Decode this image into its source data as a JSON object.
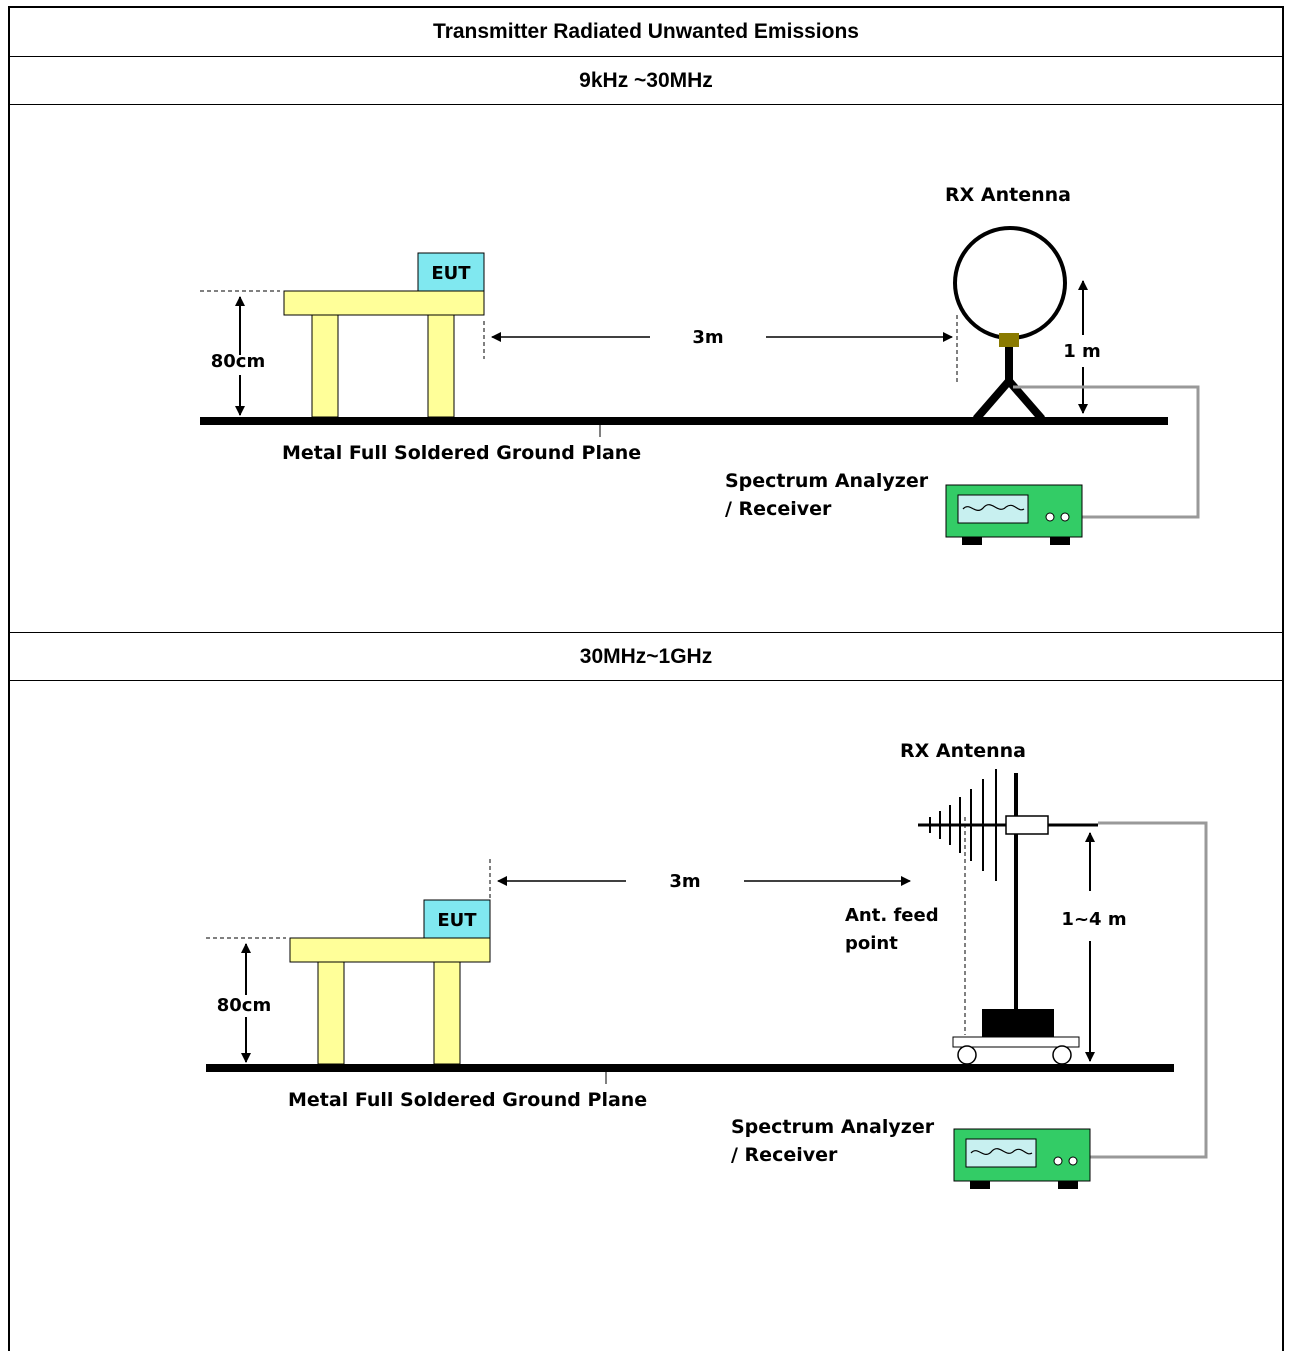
{
  "title": "Transmitter Radiated Unwanted Emissions",
  "sections": [
    {
      "band": "9kHz ~30MHz",
      "labels": {
        "rx_antenna": "RX Antenna",
        "eut": "EUT",
        "table_height": "80cm",
        "distance": "3m",
        "antenna_height": "1 m",
        "ground_plane": "Metal Full Soldered Ground Plane",
        "analyzer_line1": "Spectrum Analyzer",
        "analyzer_line2": "/ Receiver"
      }
    },
    {
      "band": "30MHz~1GHz",
      "labels": {
        "rx_antenna": "RX Antenna",
        "eut": "EUT",
        "table_height": "80cm",
        "distance": "3m",
        "antenna_height": "1~4 m",
        "feed_line1": "Ant. feed",
        "feed_line2": "point",
        "ground_plane": "Metal Full Soldered Ground Plane",
        "analyzer_line1": "Spectrum Analyzer",
        "analyzer_line2": "/ Receiver"
      }
    }
  ],
  "colors": {
    "table": "#ffff99",
    "eut": "#80e8f0",
    "analyzer": "#33cc66",
    "antenna_mount": "#8a7a00"
  }
}
